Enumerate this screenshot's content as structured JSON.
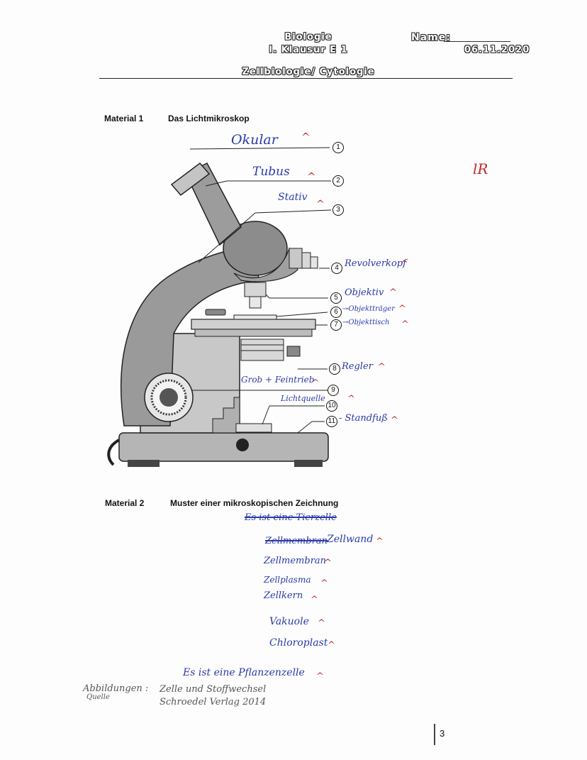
{
  "header": {
    "subject": "Biologie",
    "exam": "I. Klausur E 1",
    "name_label": "Name:",
    "date": "06.11.2020",
    "topic": "Zellbiologie/ Cytologie"
  },
  "material1": {
    "label": "Material 1",
    "title": "Das Lichtmikroskop",
    "grade_mark": "lR",
    "parts": [
      {
        "number": "1",
        "answer": "Okular",
        "check": "^"
      },
      {
        "number": "2",
        "answer": "Tubus",
        "check": "^"
      },
      {
        "number": "3",
        "answer": "Stativ",
        "check": "^"
      },
      {
        "number": "4",
        "answer": "Revolverkopf",
        "check": "^"
      },
      {
        "number": "5",
        "answer": "Objektiv",
        "check": "^"
      },
      {
        "number": "6",
        "answer": "→Objektträger",
        "check": "^"
      },
      {
        "number": "7",
        "answer": "→Objekttisch",
        "check": "^"
      },
      {
        "number": "8",
        "answer": "Regler",
        "check": "^"
      },
      {
        "number": "9",
        "answer": "Grob + Feintrieb",
        "check": "^"
      },
      {
        "number": "10",
        "answer": "Lichtquelle",
        "check": "^"
      },
      {
        "number": "11",
        "answer": "- Standfuß",
        "check": "^"
      }
    ]
  },
  "material2": {
    "label": "Material 2",
    "title": "Muster einer mikroskopischen Zeichnung",
    "struck_answer": "Es ist eine Tierzelle",
    "labels": [
      {
        "struck": "Zellmembran",
        "answer": "Zellwand",
        "check": "^"
      },
      {
        "struck": "",
        "answer": "Zellmembran",
        "check": "^"
      },
      {
        "struck": "",
        "answer": "Zellplasma",
        "check": "^"
      },
      {
        "struck": "",
        "answer": "Zellkern",
        "check": "^"
      },
      {
        "struck": "",
        "answer": "Vakuole",
        "check": "^"
      },
      {
        "struck": "",
        "answer": "Chloroplast",
        "check": "^"
      }
    ],
    "conclusion": "Es ist eine Pflanzenzelle",
    "conclusion_check": "^"
  },
  "source": {
    "line1_label": "Abbildungen :",
    "line1_label_under": "Quelle",
    "line1": "Zelle und Stoffwechsel",
    "line2": "Schroedel Verlag 2014"
  },
  "footer": {
    "page_number": "3"
  }
}
